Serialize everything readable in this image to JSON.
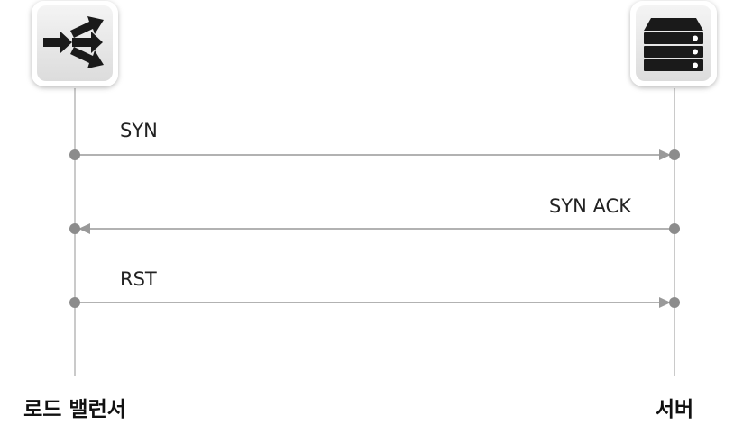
{
  "actors": {
    "load_balancer": {
      "label": "로드 밸런서",
      "icon": "load-balancer-icon"
    },
    "server": {
      "label": "서버",
      "icon": "server-icon"
    }
  },
  "messages": [
    {
      "label": "SYN",
      "from": "load_balancer",
      "to": "server"
    },
    {
      "label": "SYN ACK",
      "from": "server",
      "to": "load_balancer"
    },
    {
      "label": "RST",
      "from": "load_balancer",
      "to": "server"
    }
  ],
  "colors": {
    "lifeline": "#bdbdbd",
    "arrow": "#999999",
    "dot": "#8c8c8c",
    "icon_fill": "#1a1a1a",
    "icon_bg": "#ebebeb"
  }
}
